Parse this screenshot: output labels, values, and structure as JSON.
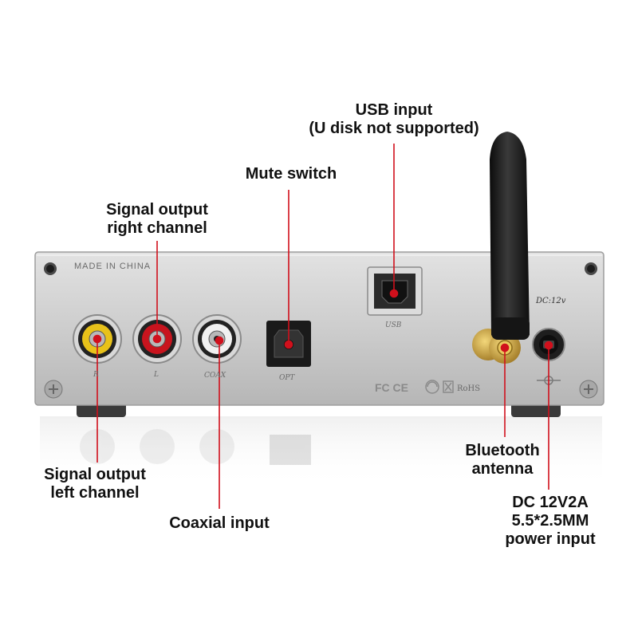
{
  "callouts": {
    "usb_input": [
      "USB input",
      "(U disk not supported)"
    ],
    "mute_switch": [
      "Mute switch"
    ],
    "signal_output_right": [
      "Signal output",
      "right channel"
    ],
    "signal_output_left": [
      "Signal output",
      "left channel"
    ],
    "coaxial_input": [
      "Coaxial input"
    ],
    "bluetooth_antenna": [
      "Bluetooth",
      "antenna"
    ],
    "dc_power": [
      "DC 12V2A",
      "5.5*2.5MM",
      "power input"
    ]
  },
  "panel": {
    "made_in": "MADE IN CHINA",
    "jack_r": "R",
    "jack_l": "L",
    "jack_coax": "COAX",
    "jack_opt": "OPT",
    "usb": "USB",
    "dc": "DC:12v",
    "cert_marks": "FC CE",
    "rohs": "RoHS"
  },
  "colors": {
    "callout_line": "#d0101c",
    "panel": "#c9c9c9",
    "rca_yellow": "#e8c21a",
    "rca_red": "#c8141e",
    "rca_white": "#f1f1f1",
    "gold": "#c9a23a"
  }
}
